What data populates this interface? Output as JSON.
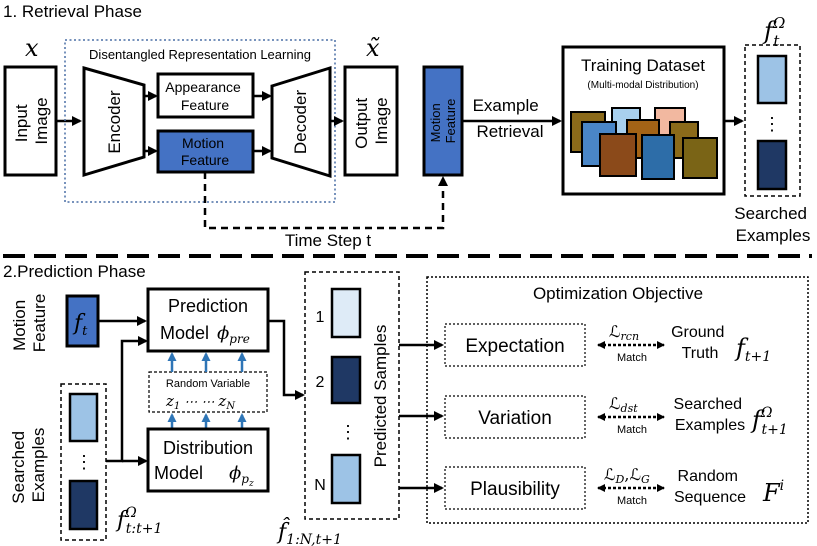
{
  "retrieval": {
    "title": "1. Retrieval Phase",
    "x_symbol": "x",
    "x_tilde_symbol": "x̃",
    "input_image": [
      "Input",
      "Image"
    ],
    "drl_title": "Disentangled Representation Learning",
    "encoder": "Encoder",
    "appearance": [
      "Appearance",
      "Feature"
    ],
    "motion": [
      "Motion",
      "Feature"
    ],
    "decoder": "Decoder",
    "output_image": [
      "Output",
      "Image"
    ],
    "motion_feature": [
      "Motion",
      "Feature"
    ],
    "example_retrieval": [
      "Example",
      "Retrieval"
    ],
    "training_dataset": "Training Dataset",
    "training_subtitle": "(Multi-modal Distribution)",
    "time_step": "Time Step t",
    "f_omega": {
      "base": "f",
      "sub": "t",
      "sup": "Ω"
    },
    "ellipsis": "⋮",
    "searched_examples": [
      "Searched",
      "Examples"
    ]
  },
  "prediction": {
    "title": "2.Prediction Phase",
    "motion_feature_label": [
      "Motion",
      "Feature"
    ],
    "f_t": {
      "base": "f",
      "sub": "t"
    },
    "prediction_model": [
      "Prediction",
      "Model"
    ],
    "phi_pre": {
      "base": "ϕ",
      "sub": "pre"
    },
    "random_variable": "Random Variable",
    "z_seq": {
      "a": "z",
      "a_sub": "1",
      "dots": "⋯  ⋯",
      "b": "z",
      "b_sub": "N"
    },
    "distribution_model": [
      "Distribution",
      "Model"
    ],
    "phi_pz": {
      "base": "ϕ",
      "sub": "p",
      "subsub": "z"
    },
    "searched_examples_label": [
      "Searched",
      "Examples"
    ],
    "ellipsis": "⋮",
    "f_omega_range": {
      "base": "f",
      "sub": "t:t+1",
      "sup": "Ω"
    },
    "predicted_samples": "Predicted Samples",
    "sample_labels": [
      "1",
      "2",
      "⋮",
      "N"
    ],
    "f_hat": {
      "base": "f̂",
      "sub": "1:N,t+1"
    },
    "optimization_title": "Optimization Objective",
    "objectives": [
      {
        "name": "Expectation",
        "loss": "ℒ",
        "loss_sub": "rcn",
        "match": "Match",
        "target": [
          "Ground",
          "Truth"
        ],
        "sym": "f",
        "sym_sub": "t+1",
        "sym_sup": ""
      },
      {
        "name": "Variation",
        "loss": "ℒ",
        "loss_sub": "dst",
        "match": "Match",
        "target": [
          "Searched",
          "Examples"
        ],
        "sym": "f",
        "sym_sub": "t+1",
        "sym_sup": "Ω"
      },
      {
        "name": "Plausibility",
        "loss": "ℒ",
        "loss_sub": "D",
        "loss2": "ℒ",
        "loss2_sub": "G",
        "match": "Match",
        "target": [
          "Random",
          "Sequence"
        ],
        "sym": "F",
        "sym_sub": "",
        "sym_sup": "i"
      }
    ]
  },
  "colors": {
    "motion_blue": "#4472c4",
    "light_blue": "#9dc3e6",
    "pale_blue": "#deebf7",
    "navy": "#1f3864",
    "arrow_blue": "#2e75b6",
    "drl_border": "#4a6fa5",
    "dataset_tiles": [
      "#8b6a1a",
      "#4a86c7",
      "#a8d0ee",
      "#f2b8a0",
      "#a36316",
      "#1f5fa6",
      "#8b4a1a",
      "#2d6da8",
      "#7a6416"
    ]
  }
}
